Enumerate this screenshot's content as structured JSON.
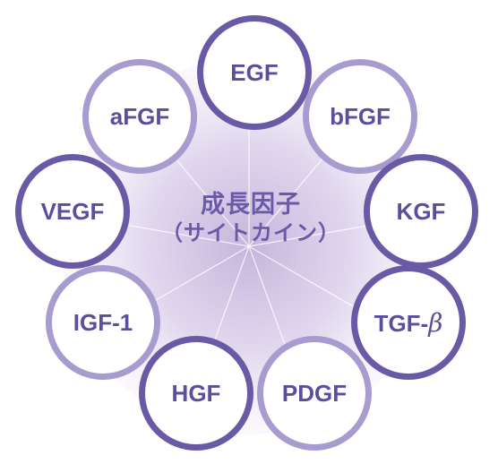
{
  "center": {
    "title": "成長因子",
    "subtitle": "（サイトカイン）"
  },
  "nodes": [
    {
      "label": "EGF",
      "style": "dark"
    },
    {
      "label": "bFGF",
      "style": "light"
    },
    {
      "label": "KGF",
      "style": "dark"
    },
    {
      "label": "TGF-",
      "greek": "β",
      "style": "dark"
    },
    {
      "label": "PDGF",
      "style": "light"
    },
    {
      "label": "HGF",
      "style": "dark"
    },
    {
      "label": "IGF-1",
      "style": "light"
    },
    {
      "label": "VEGF",
      "style": "dark"
    },
    {
      "label": "aFGF",
      "style": "light"
    }
  ],
  "colors": {
    "dark_ring": "#6a5aa6",
    "light_ring": "#a79bcf",
    "text": "#5b4e9c",
    "center_glow": "#cbbfe0"
  }
}
